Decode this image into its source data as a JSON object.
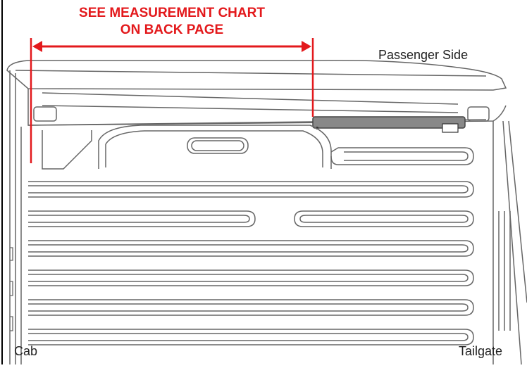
{
  "callout": {
    "line1": "SEE MEASUREMENT CHART",
    "line2": "ON BACK PAGE",
    "color": "#e3191c"
  },
  "labels": {
    "passenger_side": "Passenger Side",
    "cab": "Cab",
    "tailgate": "Tailgate"
  },
  "colors": {
    "outline": "#555555",
    "rail": "#8a8a8a",
    "dark_rail": "#6e6e6e"
  }
}
